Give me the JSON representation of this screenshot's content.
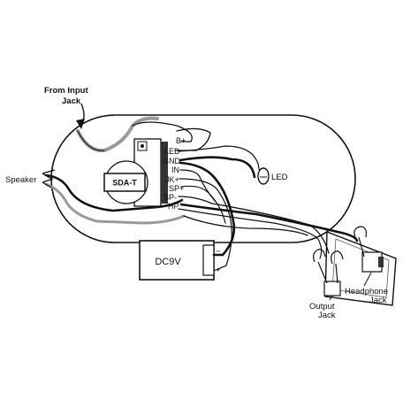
{
  "labels": {
    "from_input_line1": "From Input",
    "from_input_line2": "Jack",
    "speaker": "Speaker",
    "led": "LED",
    "chip": "SDA-T",
    "battery": "DC9V",
    "battery_minus": "−",
    "battery_plus": "+",
    "output_line1": "Output",
    "output_line2": "Jack",
    "headphone_line1": "Headphone",
    "headphone_line2": "Jack"
  },
  "pins": [
    "B+",
    "LED",
    "GND",
    "IN",
    "JK+",
    "SP+",
    "SP-",
    "HP"
  ],
  "colors": {
    "line": "#111111",
    "fill": "#ffffff",
    "wire_gray": "#9a9a9a"
  }
}
